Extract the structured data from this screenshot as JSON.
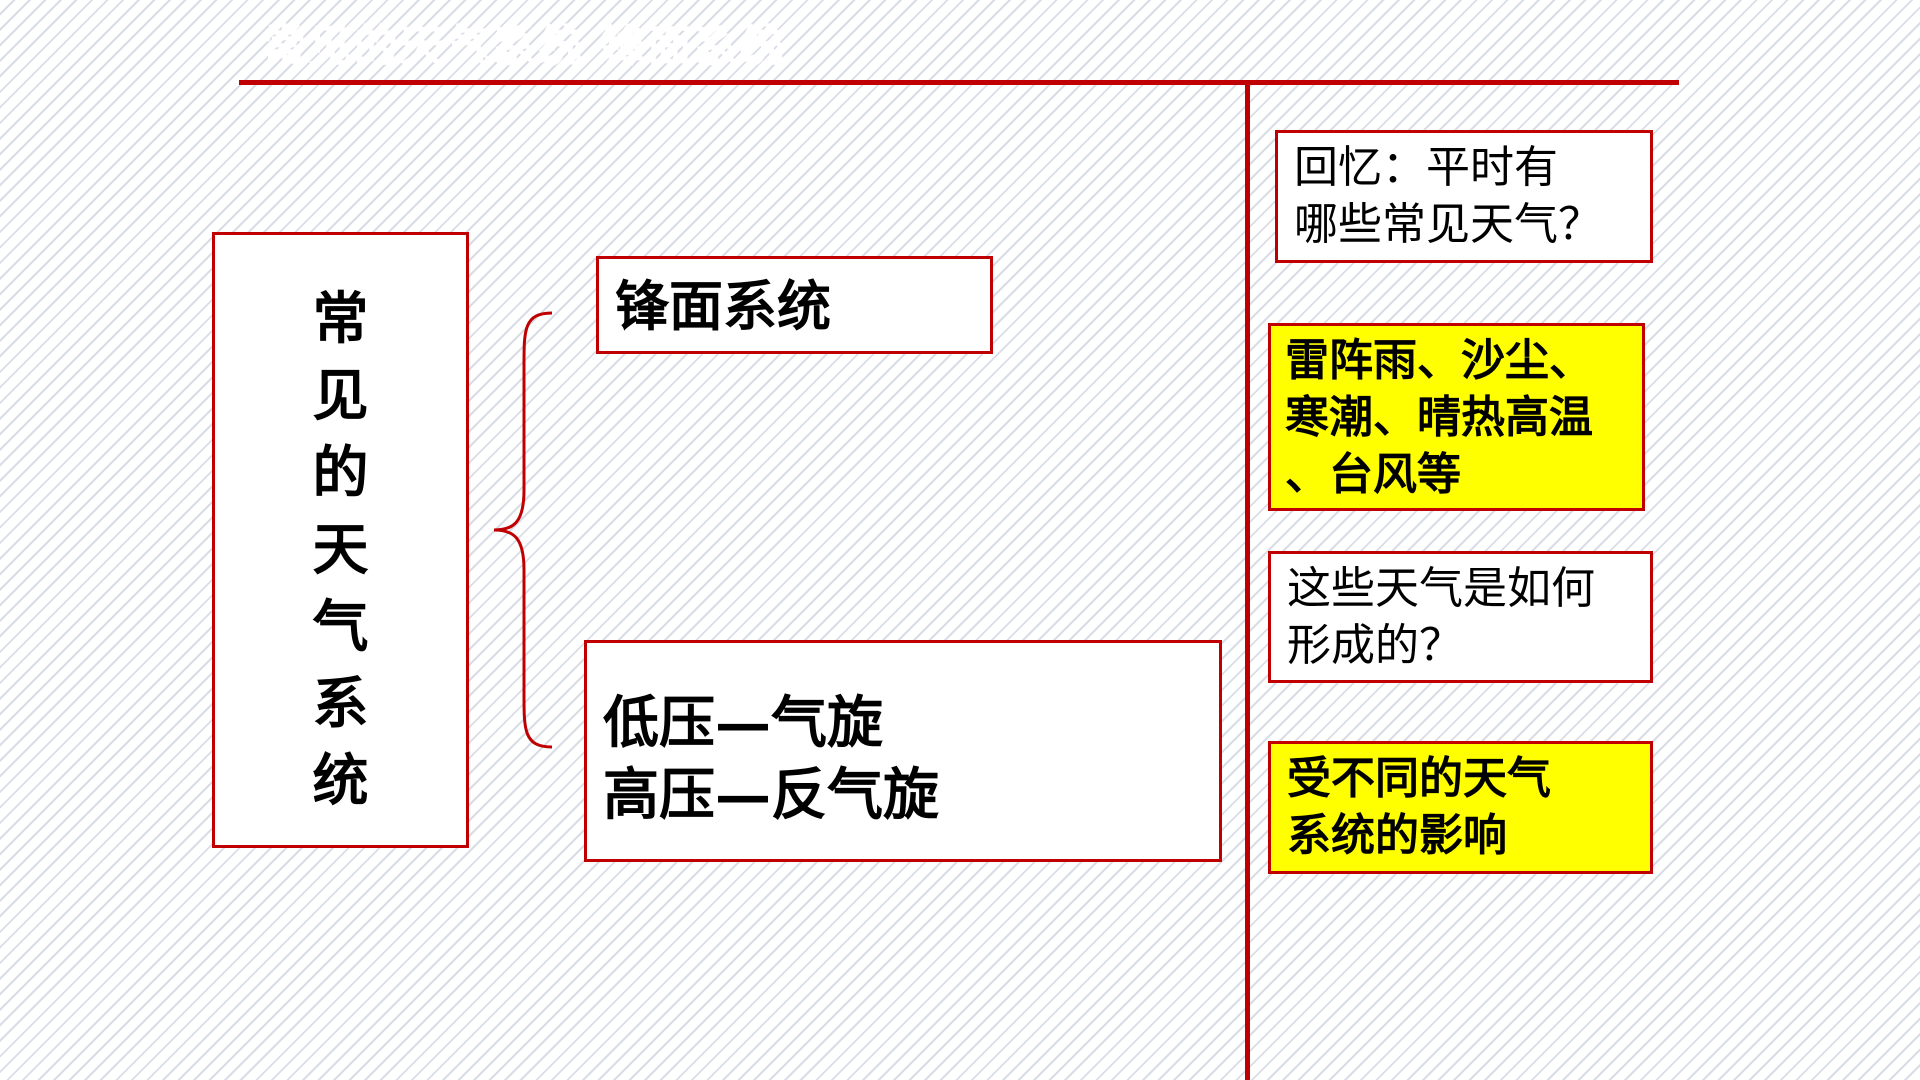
{
  "slide": {
    "title": "常见的天气系统 锋面系统"
  },
  "diagram": {
    "main_label": "常见的天气系统",
    "branches": [
      {
        "label": "锋面系统"
      },
      {
        "lines": [
          "低压—气旋",
          "高压—反气旋"
        ]
      }
    ]
  },
  "side_panel": {
    "recall": {
      "lines": [
        "回忆：平时有",
        "哪些常见天气？"
      ]
    },
    "examples": {
      "lines": [
        "雷阵雨、沙尘、",
        "寒潮、晴热高温",
        "、台风等"
      ]
    },
    "how": {
      "lines": [
        "这些天气是如何",
        "形成的？"
      ]
    },
    "answer": {
      "lines": [
        "受不同的天气",
        "系统的影响"
      ]
    }
  },
  "colors": {
    "accent": "#c00000",
    "highlight": "#ffff00",
    "stripe": "#d9dee6"
  }
}
